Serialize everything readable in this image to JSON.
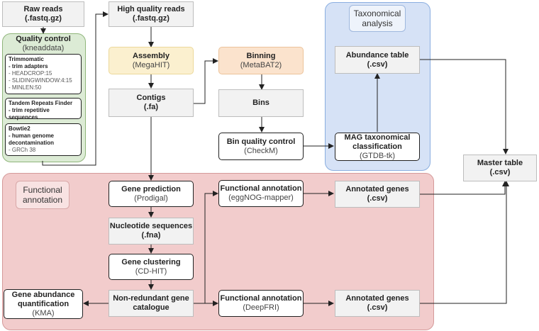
{
  "raw_reads": {
    "line1": "Raw reads",
    "line2": "(.fastq.gz)"
  },
  "hq_reads": {
    "line1": "High quality reads",
    "line2": "(.fastq.gz)"
  },
  "quality_control": {
    "title": "Quality control",
    "tool": "(kneaddata)",
    "trimmomatic": {
      "title": "Trimmomatic",
      "items": [
        "- trim adapters",
        "- HEADCROP:15",
        "- SLIDINGWINDOW:4:15",
        "- MINLEN:50"
      ]
    },
    "trf": {
      "title": "Tandem Repeats Finder",
      "items": [
        "- trim repetitive sequences"
      ]
    },
    "bowtie": {
      "title": "Bowtie2",
      "items": [
        "- human genome",
        "decontamination",
        "- GRCh 38"
      ]
    }
  },
  "assembly": {
    "title": "Assembly",
    "tool": "(MegaHIT)"
  },
  "contigs": {
    "line1": "Contigs",
    "line2": "(.fa)"
  },
  "binning": {
    "title": "Binning",
    "tool": "(MetaBAT2)"
  },
  "bins": {
    "line1": "Bins"
  },
  "bin_qc": {
    "title": "Bin quality control",
    "tool": "(CheckM)"
  },
  "taxonomical": {
    "title_line1": "Taxonomical",
    "title_line2": "analysis",
    "abundance": {
      "line1": "Abundance table",
      "line2": "(.csv)"
    },
    "mag": {
      "line1": "MAG taxonomical",
      "line2": "classification",
      "tool": "(GTDB-tk)"
    }
  },
  "master_table": {
    "line1": "Master table",
    "line2": "(.csv)"
  },
  "functional": {
    "title_line1": "Functional",
    "title_line2": "annotation",
    "gene_prediction": {
      "title": "Gene prediction",
      "tool": "(Prodigal)"
    },
    "nucleotide": {
      "line1": "Nucleotide sequences",
      "line2": "(.fna)"
    },
    "gene_clustering": {
      "title": "Gene clustering",
      "tool": "(CD-HIT)"
    },
    "nonredundant": {
      "line1": "Non-redundant gene",
      "line2": "catalogue"
    },
    "gene_abundance": {
      "line1": "Gene abundance",
      "line2": "quantification",
      "tool": "(KMA)"
    },
    "func_egg": {
      "title": "Functional annotation",
      "tool": "(eggNOG-mapper)"
    },
    "func_deep": {
      "title": "Functional annotation",
      "tool": "(DeepFRI)"
    },
    "annotated_1": {
      "line1": "Annotated genes",
      "line2": "(.csv)"
    },
    "annotated_2": {
      "line1": "Annotated genes",
      "line2": "(.csv)"
    }
  },
  "colors": {
    "qc_bg": "#dcebd5",
    "qc_border": "#8fb57a",
    "tax_bg": "#d6e2f6",
    "tax_border": "#8aaee0",
    "func_bg": "#f2cccc",
    "func_border": "#d59a9a",
    "assembly_bg": "#fbf0cf",
    "binning_bg": "#fbe3cd"
  }
}
